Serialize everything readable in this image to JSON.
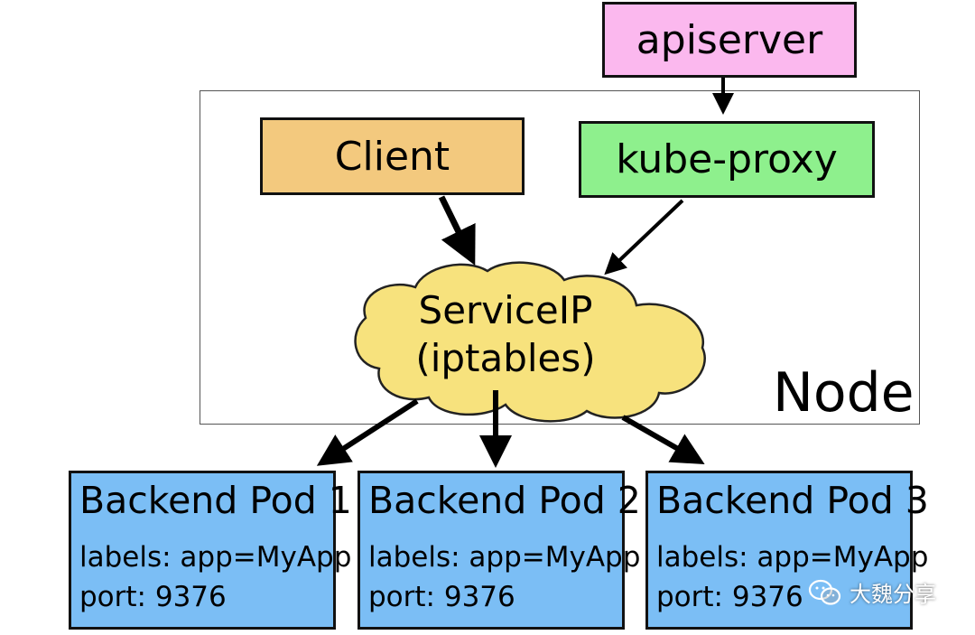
{
  "nodes": {
    "apiserver": "apiserver",
    "client": "Client",
    "kube_proxy": "kube-proxy",
    "service_ip_line1": "ServiceIP",
    "service_ip_line2": "(iptables)",
    "node_label": "Node"
  },
  "pods": [
    {
      "title": "Backend Pod 1",
      "labels": "labels: app=MyApp",
      "port": "port: 9376"
    },
    {
      "title": "Backend Pod 2",
      "labels": "labels: app=MyApp",
      "port": "port: 9376"
    },
    {
      "title": "Backend Pod 3",
      "labels": "labels: app=MyApp",
      "port": "port: 9376"
    }
  ],
  "watermark": {
    "text": "大魏分享",
    "icon": "wechat-icon"
  },
  "colors": {
    "apiserver": "#fbb8ee",
    "client": "#f3c97e",
    "kube_proxy": "#8ef08d",
    "service_ip": "#f7e27d",
    "pod": "#7bbef5"
  }
}
